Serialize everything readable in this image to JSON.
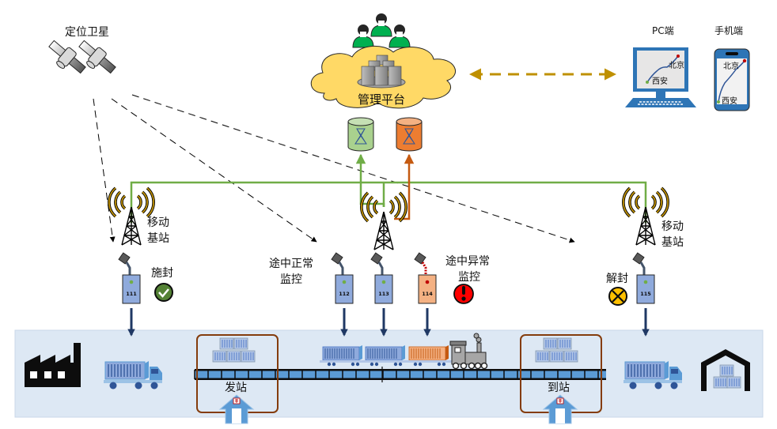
{
  "satellite": {
    "label": "定位卫星"
  },
  "platform": {
    "label": "管理平台"
  },
  "clients": {
    "pc_label": "PC端",
    "mobile_label": "手机端",
    "route_from": "西安",
    "route_to": "北京"
  },
  "base_stations": [
    {
      "label_line1": "移动",
      "label_line2": "基站"
    },
    {
      "label_line1": "移动",
      "label_line2": "基站"
    }
  ],
  "devices": [
    {
      "id": "111",
      "status": "normal"
    },
    {
      "id": "112",
      "status": "normal"
    },
    {
      "id": "113",
      "status": "normal"
    },
    {
      "id": "114",
      "status": "abnormal"
    },
    {
      "id": "115",
      "status": "normal"
    }
  ],
  "events": {
    "seal": {
      "label": "施封",
      "icon": "check-circle-icon"
    },
    "normal_monitor": {
      "line1": "途中正常",
      "line2": "监控"
    },
    "abnormal_monitor": {
      "line1": "途中异常",
      "line2": "监控",
      "icon": "exclamation-circle-icon"
    },
    "unseal": {
      "label": "解封",
      "icon": "x-circle-icon"
    }
  },
  "stations": {
    "departure": "发站",
    "arrival": "到站"
  },
  "colors": {
    "green_link": "#70ad47",
    "orange_link": "#c55a11",
    "gold_link": "#bf9000",
    "panel_bg": "#dde8f4",
    "device_blue": "#8faadc",
    "device_orange": "#f4b183",
    "station_frame": "#843c0c",
    "cloud": "#ffd966"
  }
}
